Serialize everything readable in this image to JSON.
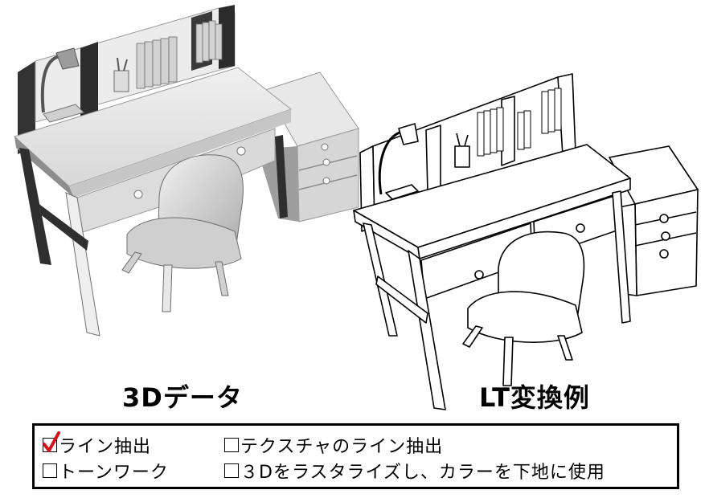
{
  "captions": {
    "left": "3Dデータ",
    "right": "LT変換例"
  },
  "options": [
    {
      "label": "ライン抽出",
      "checked": true
    },
    {
      "label": "テクスチャのライン抽出",
      "checked": false
    },
    {
      "label": "トーンワーク",
      "checked": false
    },
    {
      "label": "３Dをラスタライズし、カラーを下地に使用",
      "checked": false
    }
  ],
  "colors": {
    "check_mark": "#d0141e",
    "shaded_light": "#e6e6e6",
    "shaded_mid": "#bdbdbd",
    "shaded_dark": "#3a3a3a",
    "line_art": "#000000"
  }
}
